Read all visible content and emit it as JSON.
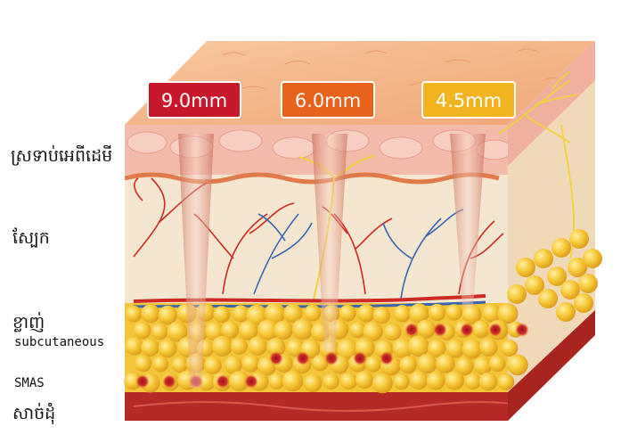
{
  "depth_tags": [
    {
      "label": "9.0mm",
      "color": "#c8182c"
    },
    {
      "label": "6.0mm",
      "color": "#e8621c"
    },
    {
      "label": "4.5mm",
      "color": "#f2b320"
    }
  ],
  "labels": {
    "epidermis": "ស្រទាប់អេពីដេមី",
    "dermis": "ស្បែក",
    "fat_km": "ខ្លាញ់",
    "subcutaneous": "subcutaneous",
    "smas": "SMAS",
    "muscle": "សាច់ដុំ"
  },
  "colors": {
    "surface": "#f4b083",
    "epidermis": "#f2b8a6",
    "dermis": "#f4e4cc",
    "fat": "#f2c032",
    "muscle": "#b52a26",
    "artery": "#cc2a22",
    "vein": "#3a66b0",
    "nerve": "#f0d23c"
  }
}
